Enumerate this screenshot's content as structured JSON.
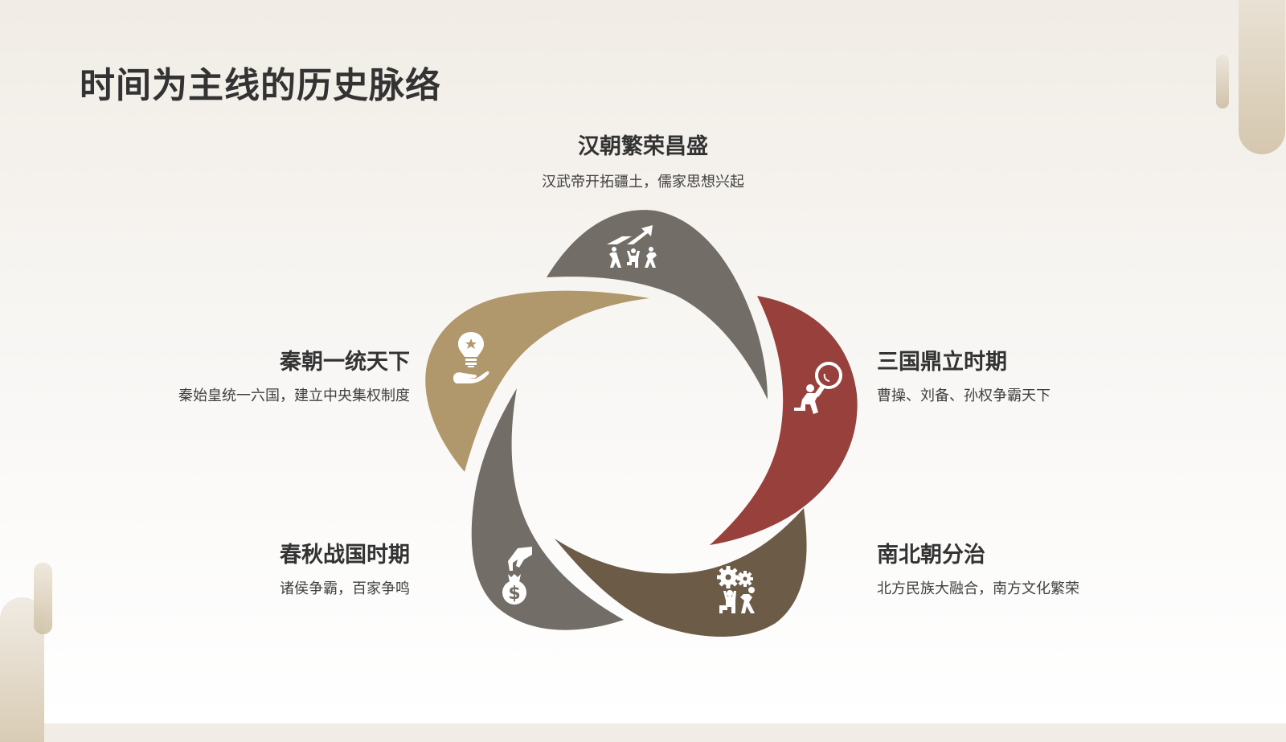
{
  "page": {
    "title": "时间为主线的历史脉络"
  },
  "colors": {
    "petal_grey": "#726d66",
    "petal_red": "#98403c",
    "petal_brown": "#6b5b47",
    "petal_gold": "#b0986c",
    "text_dark": "#333333",
    "accent_beige": "#d5c7af"
  },
  "stages": [
    {
      "position": "top",
      "heading": "汉朝繁荣昌盛",
      "description": "汉武帝开拓疆土，儒家思想兴起",
      "icon": "team-lifting-growth-arrow-icon",
      "color": "#726d66"
    },
    {
      "position": "right",
      "heading": "三国鼎立时期",
      "description": "曹操、刘备、孙权争霸天下",
      "icon": "person-with-magnifier-icon",
      "color": "#98403c"
    },
    {
      "position": "bottom-right",
      "heading": "南北朝分治",
      "description": "北方民族大融合，南方文化繁荣",
      "icon": "people-with-gears-icon",
      "color": "#6b5b47"
    },
    {
      "position": "bottom-left",
      "heading": "春秋战国时期",
      "description": "诸侯争霸，百家争鸣",
      "icon": "hand-with-money-bag-icon",
      "color": "#726d66"
    },
    {
      "position": "left",
      "heading": "秦朝一统天下",
      "description": "秦始皇统一六国，建立中央集权制度",
      "icon": "lightbulb-in-hand-icon",
      "color": "#b0986c"
    }
  ]
}
